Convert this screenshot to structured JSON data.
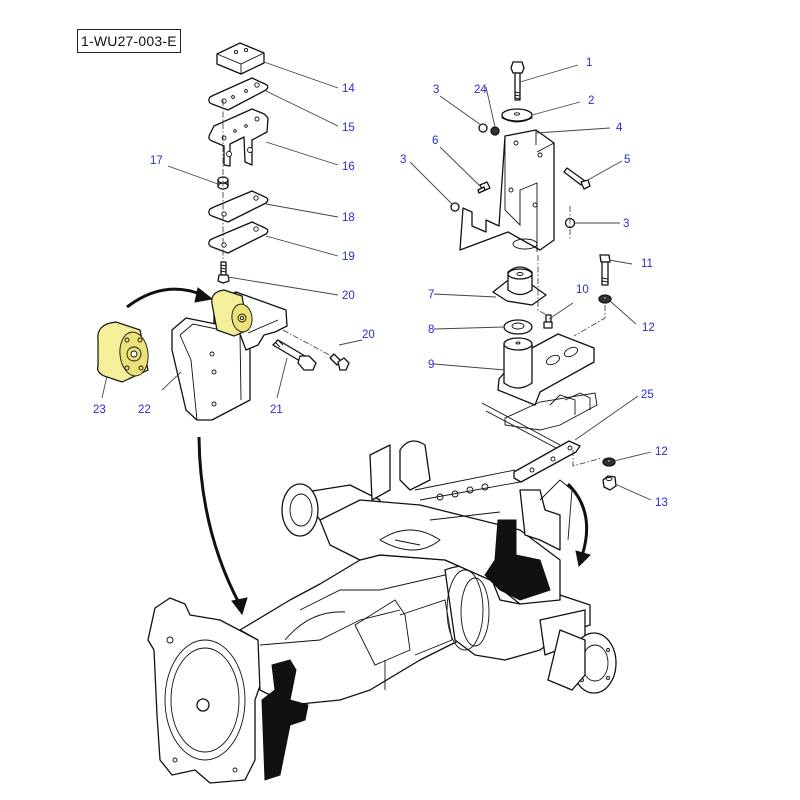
{
  "diagram": {
    "reference_code": "1-WU27-003-E",
    "label_color": "#2b2bd9",
    "highlight_color": "#f6ef9a",
    "callouts": [
      {
        "id": "c1",
        "label": "1",
        "part": "bolt"
      },
      {
        "id": "c2",
        "label": "2",
        "part": "washer"
      },
      {
        "id": "c3a",
        "label": "3",
        "part": "nut"
      },
      {
        "id": "c24",
        "label": "24",
        "part": "washer"
      },
      {
        "id": "c4",
        "label": "4",
        "part": "mounting-bracket"
      },
      {
        "id": "c6",
        "label": "6",
        "part": "bolt"
      },
      {
        "id": "c3b",
        "label": "3",
        "part": "nut"
      },
      {
        "id": "c5",
        "label": "5",
        "part": "bolt"
      },
      {
        "id": "c3c",
        "label": "3",
        "part": "nut"
      },
      {
        "id": "c11",
        "label": "11",
        "part": "bolt"
      },
      {
        "id": "c7",
        "label": "7",
        "part": "rubber-mount"
      },
      {
        "id": "c10",
        "label": "10",
        "part": "screw"
      },
      {
        "id": "c8",
        "label": "8",
        "part": "washer"
      },
      {
        "id": "c12a",
        "label": "12",
        "part": "washer"
      },
      {
        "id": "c9",
        "label": "9",
        "part": "support-bracket"
      },
      {
        "id": "c25",
        "label": "25",
        "part": "plate"
      },
      {
        "id": "c12b",
        "label": "12",
        "part": "washer"
      },
      {
        "id": "c13",
        "label": "13",
        "part": "nut"
      },
      {
        "id": "c14",
        "label": "14",
        "part": "block"
      },
      {
        "id": "c15",
        "label": "15",
        "part": "plate"
      },
      {
        "id": "c16",
        "label": "16",
        "part": "bracket"
      },
      {
        "id": "c17",
        "label": "17",
        "part": "spacer"
      },
      {
        "id": "c18",
        "label": "18",
        "part": "plate"
      },
      {
        "id": "c19",
        "label": "19",
        "part": "plate"
      },
      {
        "id": "c20a",
        "label": "20",
        "part": "screw"
      },
      {
        "id": "c20b",
        "label": "20",
        "part": "screw"
      },
      {
        "id": "c21",
        "label": "21",
        "part": "bolt"
      },
      {
        "id": "c22",
        "label": "22",
        "part": "bracket"
      },
      {
        "id": "c23",
        "label": "23",
        "part": "bushing"
      }
    ]
  }
}
